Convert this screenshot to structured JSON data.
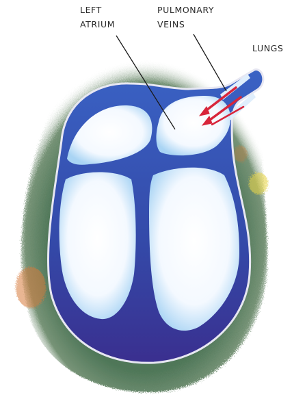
{
  "labels": {
    "left_atrium": [
      "LEFT",
      "ATRIUM"
    ],
    "pulmonary_veins": [
      "PULMONARY",
      "VEINS"
    ],
    "lungs": "LUNGS"
  },
  "colors": {
    "background_halo": "#3f6b4a",
    "heart_wall": "#2f4fae",
    "heart_wall_dark": "#3a2f8f",
    "chamber_fill": "#ffffff",
    "blood_flow_arrow": "#d8253a",
    "leader_line": "#1a1a1a"
  },
  "icons": {
    "flow_arrows": "red-arrow-icon"
  }
}
